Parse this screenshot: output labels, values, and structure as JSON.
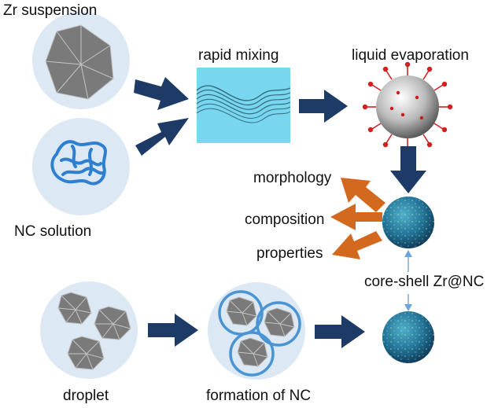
{
  "labels": {
    "zr_suspension": "Zr suspension",
    "nc_solution": "NC solution",
    "rapid_mixing": "rapid mixing",
    "liquid_evaporation": "liquid evaporation",
    "morphology": "morphology",
    "composition": "composition",
    "properties": "properties",
    "core_shell": "core-shell Zr@NC",
    "droplet": "droplet",
    "formation_of_nc": "formation of NC"
  },
  "colors": {
    "circle_bg": "#dce8f4",
    "particle": "#7a7a7a",
    "nc_strand": "#2f7fd1",
    "mixing_bg": "#79d6ef",
    "flow_arrow": "#1e3a66",
    "output_arrow": "#d2691e",
    "shell": "#4a94d4",
    "sphere": "#1f6f92",
    "link": "#6aa6d8"
  },
  "icons": {
    "zr": "zr-particle-icon",
    "nc": "nc-strand-icon",
    "mixing": "rapid-mixing-wave-icon",
    "evaporation": "evaporating-droplet-icon",
    "composite": "core-shell-sphere-icon"
  }
}
